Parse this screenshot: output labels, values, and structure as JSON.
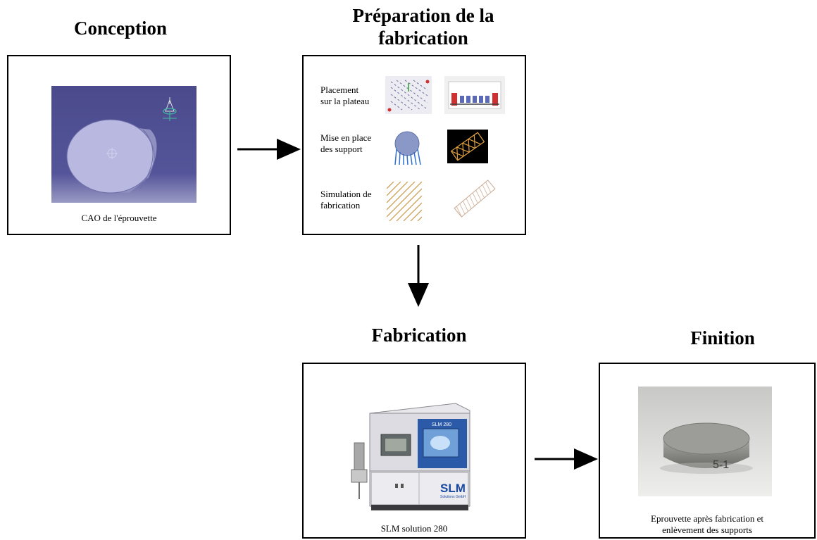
{
  "stages": {
    "conception": {
      "title": "Conception",
      "caption": "CAO de l'éprouvette"
    },
    "preparation": {
      "title_line1": "Préparation de la",
      "title_line2": "fabrication",
      "steps": [
        {
          "label_line1": "Placement",
          "label_line2": "sur la plateau"
        },
        {
          "label_line1": "Mise en place",
          "label_line2": "des support"
        },
        {
          "label_line1": "Simulation de",
          "label_line2": "fabrication"
        }
      ]
    },
    "fabrication": {
      "title": "Fabrication",
      "caption": "SLM solution 280",
      "machine_brand": "SLM",
      "machine_sub": "Solutions GmbH",
      "machine_model": "SLM 280"
    },
    "finition": {
      "title": "Finition",
      "caption_line1": "Eprouvette après fabrication et",
      "caption_line2": "enlèvement des supports",
      "part_mark": "5-1"
    }
  }
}
